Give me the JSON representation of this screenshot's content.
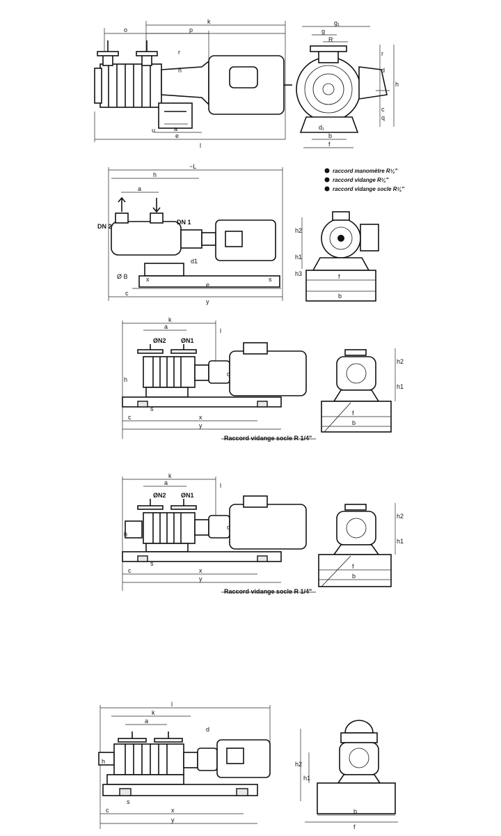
{
  "drawing1": {
    "labels": {
      "o": "o",
      "k": "k",
      "p": "p",
      "g1": "g₁",
      "g": "g",
      "R": "R",
      "n": "n",
      "r": "r",
      "d": "d",
      "q": "q",
      "h": "h",
      "c": "c",
      "u": "u",
      "a": "a",
      "e": "e",
      "l": "l",
      "d1": "d₁",
      "b": "b",
      "f": "f"
    }
  },
  "drawing2": {
    "labels": {
      "L": "~L",
      "h": "h",
      "a": "a",
      "DN2": "DN 2",
      "DN1": "DN 1",
      "phiB": "Ø B",
      "c": "c",
      "e": "e",
      "y": "y",
      "x": "x",
      "s": "s",
      "d1": "d1",
      "h1": "h1",
      "h2": "h2",
      "h3": "h3",
      "f": "f",
      "b": "b"
    },
    "legend": [
      "raccord manomètre R¼\"",
      "raccord vidange R¼\"",
      "raccord vidange socle R¼\""
    ]
  },
  "drawing3": {
    "labels": {
      "k": "k",
      "a": "a",
      "DN2": "ØN2",
      "DN1": "ØN1",
      "l": "l",
      "d": "d",
      "h": "h",
      "c": "c",
      "s": "s",
      "x": "x",
      "y": "y",
      "h1": "h1",
      "h2": "h2",
      "b": "b",
      "f": "f"
    },
    "callout": "Raccord vidange socle R 1/4\""
  },
  "drawing4": {
    "labels": {
      "k": "k",
      "a": "a",
      "DN2": "ØN2",
      "DN1": "ØN1",
      "l": "l",
      "d": "d",
      "h": "h",
      "c": "c",
      "s": "s",
      "x": "x",
      "y": "y",
      "h1": "h1",
      "h2": "h2",
      "b": "b",
      "f": "f"
    },
    "callout": "Raccord vidange socle R 1/4\""
  },
  "drawing5": {
    "labels": {
      "k": "k",
      "l": "l",
      "a": "a",
      "d": "d",
      "h": "h",
      "c": "c",
      "s": "s",
      "x": "x",
      "y": "y",
      "h1": "h1",
      "h2": "h2",
      "b": "b",
      "f": "f"
    }
  }
}
